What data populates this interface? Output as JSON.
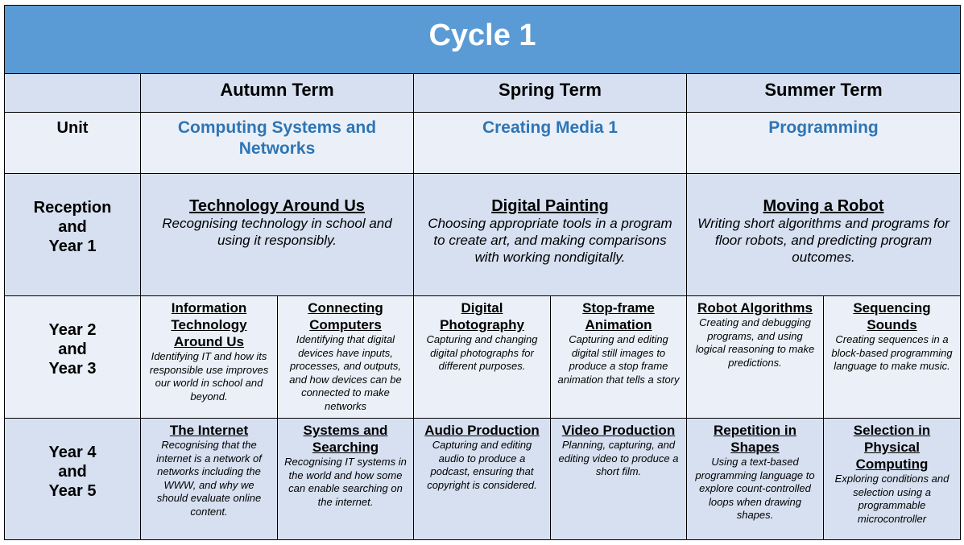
{
  "title": "Cycle 1",
  "terms": [
    "Autumn Term",
    "Spring Term",
    "Summer Term"
  ],
  "unit": {
    "label": "Unit",
    "autumn": "Computing Systems and Networks",
    "spring": "Creating Media 1",
    "summer": "Programming"
  },
  "reception": {
    "label_line1": "Reception",
    "label_line2": "and",
    "label_line3": "Year 1",
    "autumn": {
      "title": "Technology Around Us",
      "desc": "Recognising technology in school and using it responsibly."
    },
    "spring": {
      "title": "Digital Painting",
      "desc": "Choosing appropriate tools in a program to create art, and making comparisons with working nondigitally."
    },
    "summer": {
      "title": "Moving a Robot",
      "desc": "Writing short algorithms and programs for floor robots, and predicting program outcomes."
    }
  },
  "year23": {
    "label_line1": "Year 2",
    "label_line2": "and",
    "label_line3": "Year 3",
    "cells": [
      {
        "title": "Information Technology Around Us",
        "desc": "Identifying IT and how its responsible use improves our world in school and beyond."
      },
      {
        "title": "Connecting Computers",
        "desc": "Identifying that digital devices have inputs, processes, and outputs, and how devices can be connected to make networks"
      },
      {
        "title": "Digital Photography",
        "desc": "Capturing and changing digital photographs for different purposes."
      },
      {
        "title": "Stop-frame Animation",
        "desc": "Capturing and editing digital still images to produce a stop frame animation that tells a story"
      },
      {
        "title": "Robot Algorithms",
        "desc": "Creating and debugging programs, and using logical reasoning to make predictions."
      },
      {
        "title": "Sequencing Sounds",
        "desc": "Creating sequences in a block-based programming language to make music."
      }
    ]
  },
  "year45": {
    "label_line1": "Year 4",
    "label_line2": "and",
    "label_line3": "Year 5",
    "cells": [
      {
        "title": "The Internet",
        "desc": "Recognising that the internet is a network of networks including the WWW, and why we should evaluate online content."
      },
      {
        "title": "Systems and Searching",
        "desc": "Recognising IT systems in the world and how some can enable searching on the internet."
      },
      {
        "title": "Audio Production",
        "desc": "Capturing and editing audio to produce a podcast, ensuring that copyright is considered."
      },
      {
        "title": "Video Production",
        "desc": "Planning, capturing, and editing video to produce a short film."
      },
      {
        "title": "Repetition in Shapes",
        "desc": "Using a text-based programming language to explore count-controlled loops when drawing shapes."
      },
      {
        "title": "Selection in Physical Computing",
        "desc": "Exploring conditions and selection using a programmable microcontroller"
      }
    ]
  }
}
